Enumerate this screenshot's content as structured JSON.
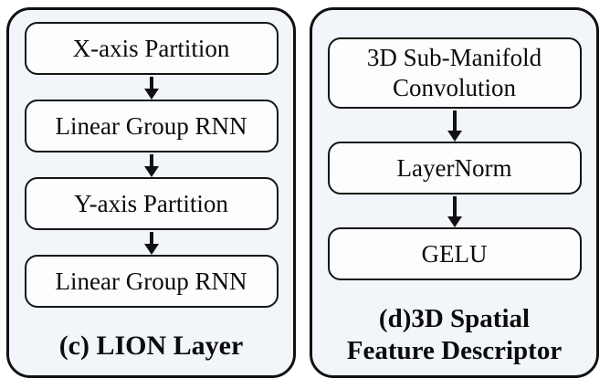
{
  "figure": {
    "panels": [
      {
        "caption": "(c) LION Layer",
        "nodes": [
          "X-axis Partition",
          "Linear Group RNN",
          "Y-axis Partition",
          "Linear Group RNN"
        ]
      },
      {
        "caption_lines": [
          "(d)3D Spatial",
          "Feature Descriptor"
        ],
        "nodes": [
          "3D Sub-Manifold Convolution",
          "LayerNorm",
          "GELU"
        ]
      }
    ],
    "colors": {
      "background": "#ffffff",
      "panel_fill": "#f2f6fb",
      "node_fill": "#fbfdfe",
      "border": "#111111",
      "arrow": "#111111",
      "text": "#0b0b0b"
    }
  }
}
